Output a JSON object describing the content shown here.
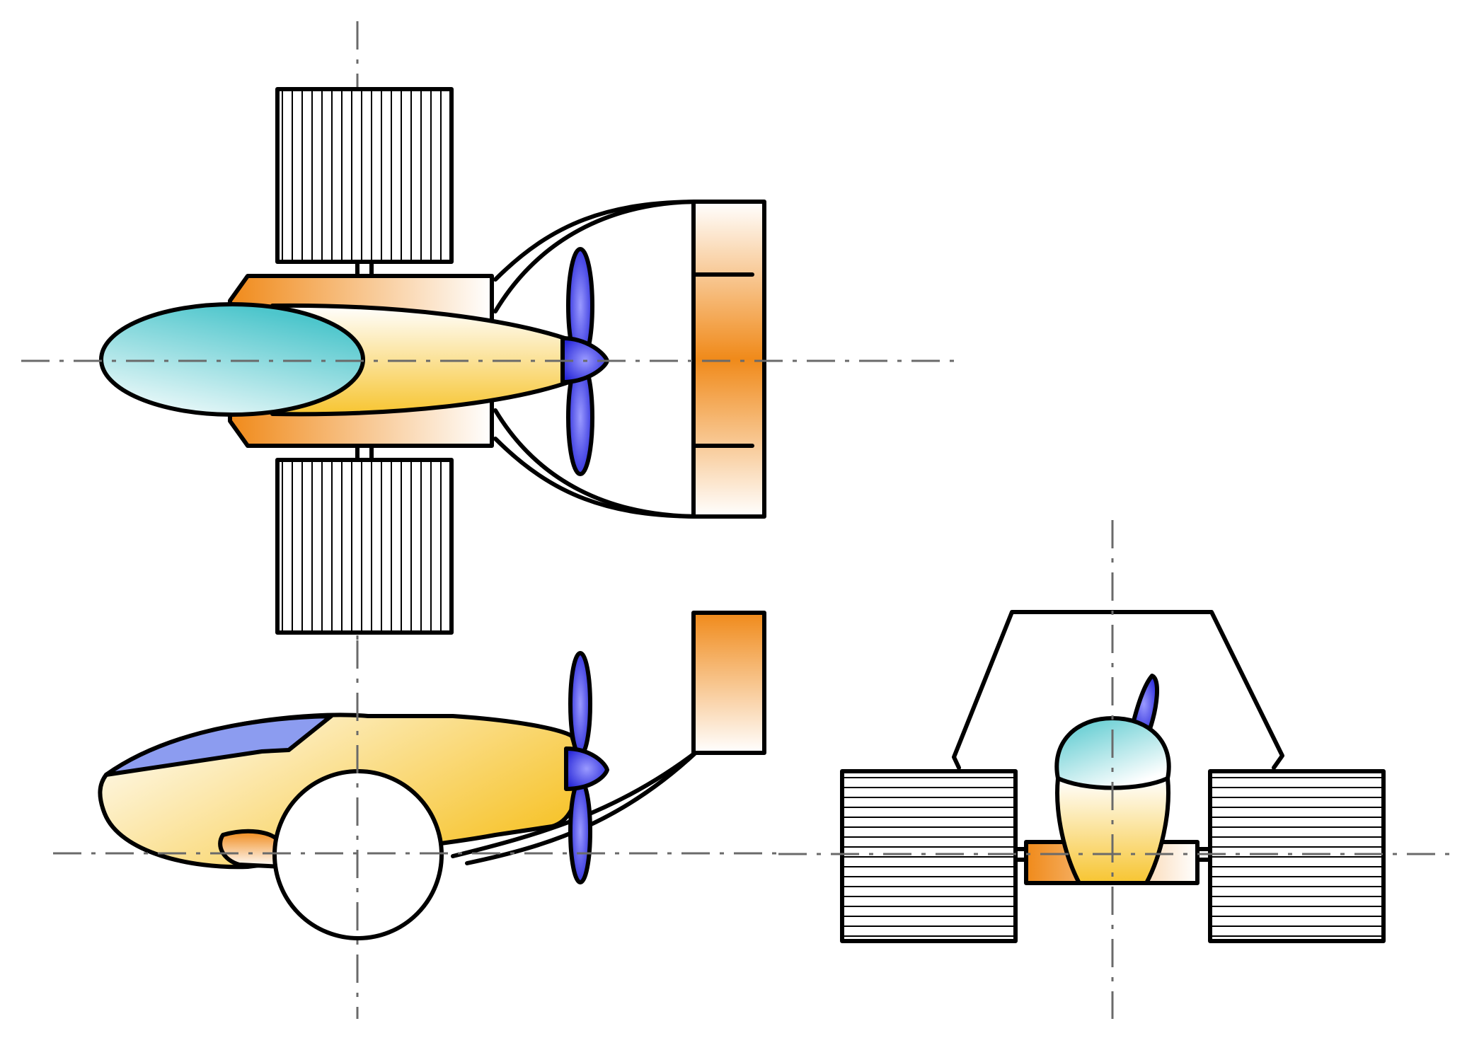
{
  "colors": {
    "stroke": "#000000",
    "centerline": "#6a6a6a",
    "canopy_light": "#ffffff",
    "canopy_dark": "#4ec6cc",
    "fuselage_light": "#ffffff",
    "fuselage_dark": "#f7c531",
    "boom_light": "#ffffff",
    "boom_dark": "#f08a1a",
    "propeller": "#2626d8",
    "window": "#8c9cf0",
    "background": "#ffffff"
  },
  "views": [
    {
      "id": "top",
      "parts": [
        "wheel",
        "wheel",
        "fuselage",
        "canopy",
        "boom-fairing",
        "propeller",
        "tail-surface",
        "centerlines"
      ]
    },
    {
      "id": "side",
      "parts": [
        "fuselage",
        "window",
        "wheel",
        "propeller",
        "tail-boom",
        "tail-fin",
        "centerlines"
      ]
    },
    {
      "id": "front",
      "parts": [
        "wheel",
        "wheel",
        "frame",
        "canopy",
        "fuselage",
        "axle-fairing",
        "propeller-blade",
        "centerlines"
      ]
    }
  ]
}
